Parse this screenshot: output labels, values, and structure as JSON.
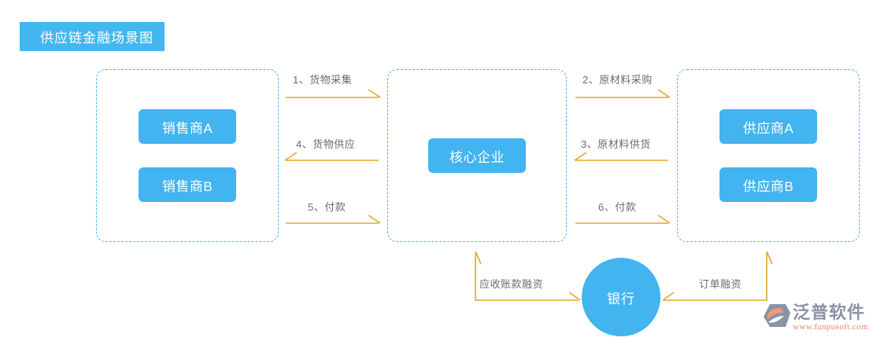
{
  "header": {
    "title": "供应链金融场景图",
    "accent_color": "#45b7f0",
    "accent_bar_color": "#41b6ef",
    "title_color": "#ffffff"
  },
  "theme": {
    "node_color": "#42b4ef",
    "zone_border_color": "#4fb8ef",
    "arrow_color": "#e0a829",
    "label_color": "#6b6b6b",
    "background": "#ffffff"
  },
  "zones": [
    {
      "name": "sales-zone",
      "nodes": [
        {
          "label": "销售商A"
        },
        {
          "label": "销售商B"
        }
      ]
    },
    {
      "name": "core-zone",
      "nodes": [
        {
          "label": "核心企业"
        }
      ]
    },
    {
      "name": "supplier-zone",
      "nodes": [
        {
          "label": "供应商A"
        },
        {
          "label": "供应商B"
        }
      ]
    }
  ],
  "bank": {
    "label": "银行"
  },
  "flows": [
    {
      "id": "flow-1",
      "label": "1、货物采集",
      "direction": "right",
      "from": "sales-zone",
      "to": "core-zone"
    },
    {
      "id": "flow-4",
      "label": "4、货物供应",
      "direction": "left",
      "from": "core-zone",
      "to": "sales-zone"
    },
    {
      "id": "flow-5",
      "label": "5、付款",
      "direction": "right",
      "from": "sales-zone",
      "to": "core-zone"
    },
    {
      "id": "flow-2",
      "label": "2、原材料采购",
      "direction": "right",
      "from": "core-zone",
      "to": "supplier-zone"
    },
    {
      "id": "flow-3",
      "label": "3、原材料供货",
      "direction": "left",
      "from": "supplier-zone",
      "to": "core-zone"
    },
    {
      "id": "flow-6",
      "label": "6、付款",
      "direction": "right",
      "from": "core-zone",
      "to": "supplier-zone"
    },
    {
      "id": "flow-ar",
      "label": "应收账款融资",
      "direction": "elbow-up-left",
      "from": "bank",
      "to": "core-zone"
    },
    {
      "id": "flow-od",
      "label": "订单融资",
      "direction": "elbow-up-right",
      "from": "bank",
      "to": "supplier-zone"
    }
  ],
  "logo": {
    "name": "泛普软件",
    "url": "www.fanpusoft.com",
    "name_color": "#8a93a8",
    "url_color": "#e8836a"
  }
}
